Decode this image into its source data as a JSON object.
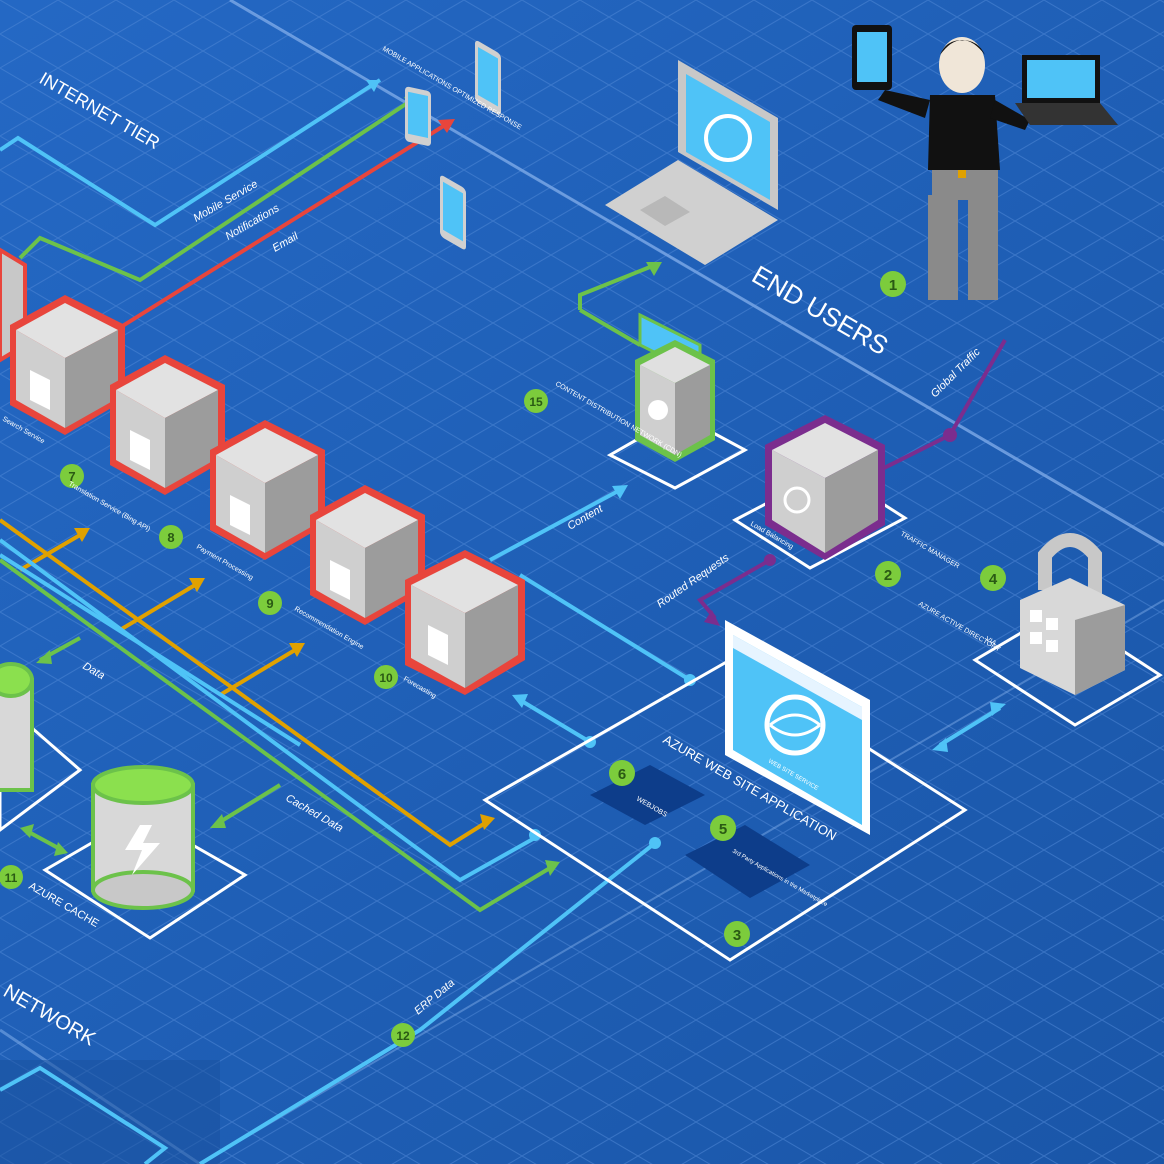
{
  "diagram": {
    "tier_labels": {
      "internet_tier": "INTERNET TIER",
      "end_users": "END USERS",
      "network": "NETWORK"
    },
    "flows": {
      "mobile_service": "Mobile Service",
      "notifications": "Notifications",
      "email": "Email",
      "content": "Content",
      "global_traffic": "Global Traffic",
      "routed_requests": "Routed Requests",
      "data": "Data",
      "cached_data": "Cached Data",
      "erp_data": "ERP Data"
    },
    "components": {
      "mobile_devices": "MOBILE APPLICATIONS OPTIMIZED RESPONSE",
      "cdn": "CONTENT DISTRIBUTION NETWORK (CDN)",
      "traffic_manager": "TRAFFIC MANAGER",
      "traffic_manager_sub": "Load Balancing",
      "active_directory": "AZURE ACTIVE DIRECTORY",
      "active_directory_prefix": "VIA",
      "web_site": "AZURE WEB SITE APPLICATION",
      "web_site_screen": "WEB SITE SERVICE",
      "webjobs": "WEBJOBS",
      "third_party": "3rd Party Applications in the Marketplace",
      "translation": "Translation Service (Bing API)",
      "payment": "Payment Processing",
      "recommendation": "Recommendation Engine",
      "forecasting": "Forecasting",
      "search": "Search Service",
      "azure_cache": "AZURE CACHE"
    },
    "badges": [
      "1",
      "2",
      "3",
      "4",
      "5",
      "6",
      "7",
      "8",
      "9",
      "10",
      "11",
      "12",
      "15"
    ],
    "colors": {
      "background": "#1f5fb8",
      "grid": "#4f86d4",
      "green_line": "#6cc24a",
      "red_line": "#e8453c",
      "blue_line": "#4fc3f7",
      "orange_line": "#e0a100",
      "purple_line": "#7b2d8e",
      "badge": "#7ccc3c"
    }
  }
}
